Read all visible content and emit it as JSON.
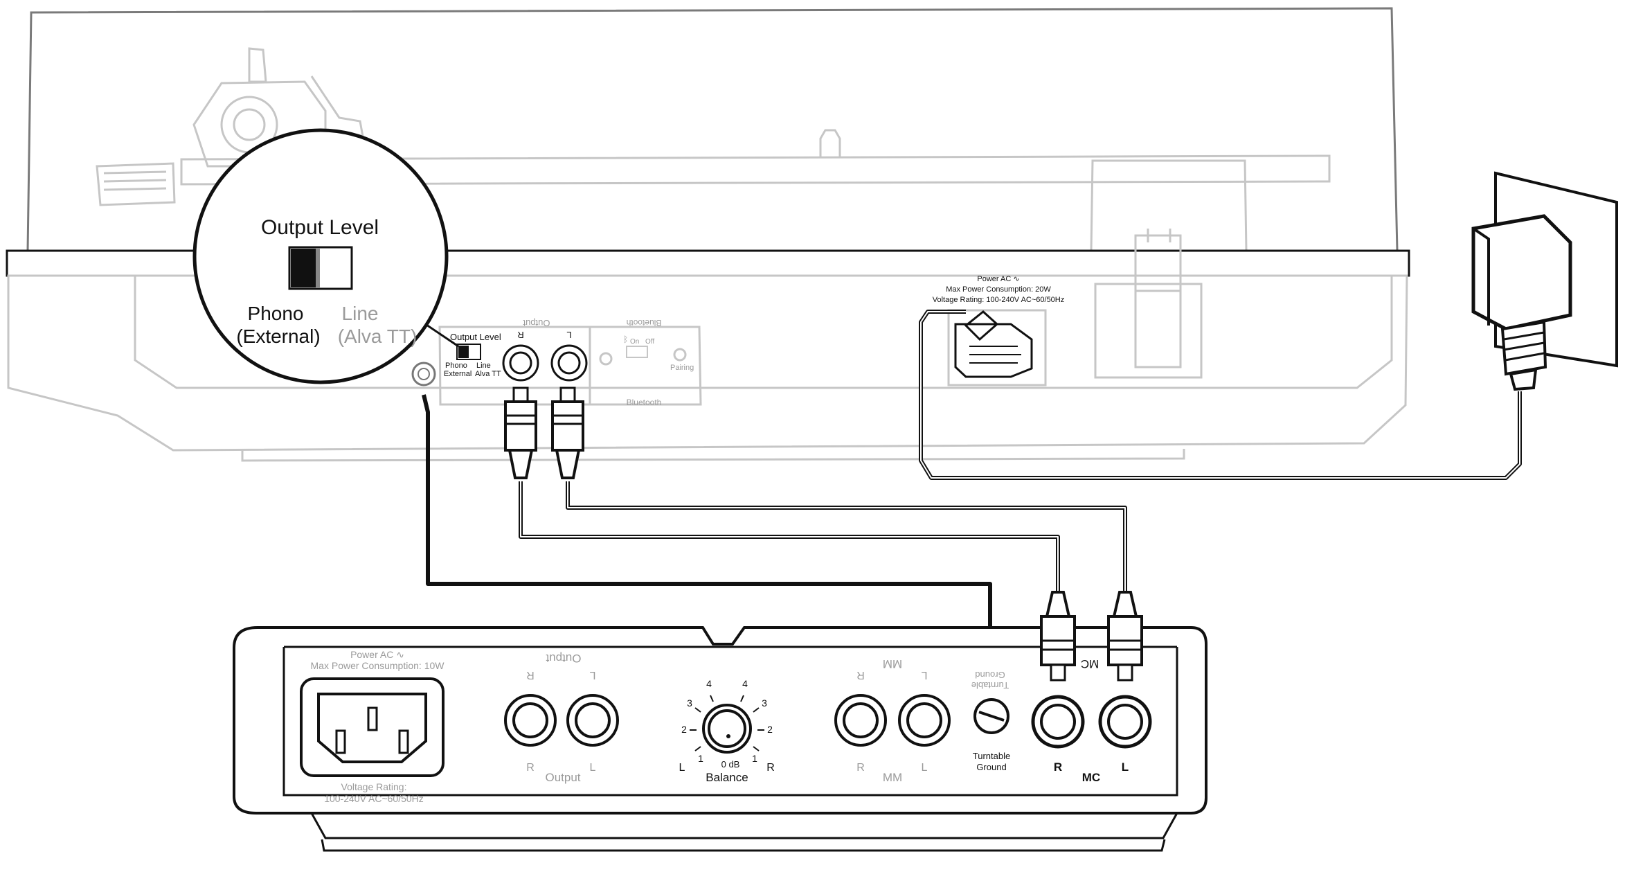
{
  "callout": {
    "title": "Output Level",
    "phono_label": "Phono",
    "phono_sub": "(External)",
    "line_label": "Line",
    "line_sub": "(Alva TT)",
    "switch_position": "phono"
  },
  "turntable_panel": {
    "output_level": "Output Level",
    "phono": "Phono",
    "external": "External",
    "line": "Line",
    "alva_tt": "Alva TT",
    "output": "Output",
    "r": "R",
    "l": "L",
    "bluetooth": "Bluetooth",
    "on": "On",
    "off": "Off",
    "pairing": "Pairing",
    "power_line1": "Power AC ∿",
    "power_line2": "Max Power Consumption: 20W",
    "power_line3": "Voltage Rating: 100-240V AC~60/50Hz"
  },
  "amp": {
    "power_line1": "Power AC ∿",
    "power_line2": "Max Power Consumption: 10W",
    "voltage_line1": "Voltage Rating:",
    "voltage_line2": "100-240V AC~60/50Hz",
    "output_label": "Output",
    "r": "R",
    "l": "L",
    "balance_label": "Balance",
    "balance_zero": "0 dB",
    "balance_ticks": [
      "1",
      "2",
      "3",
      "4"
    ],
    "mm_label": "MM",
    "turntable_ground_line1": "Turntable",
    "turntable_ground_line2": "Ground",
    "mc_label": "MC"
  }
}
